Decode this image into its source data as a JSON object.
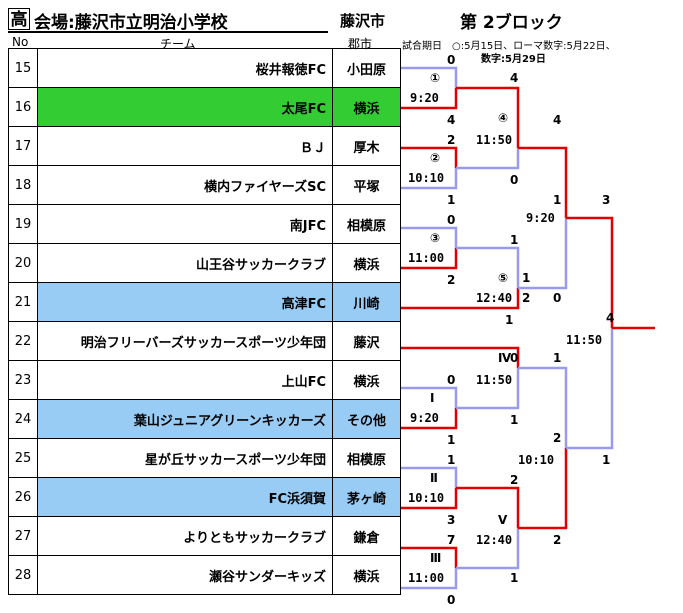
{
  "header": {
    "badge": "高",
    "venue": "会場:藤沢市立明治小学校",
    "city": "藤沢市",
    "block": "第 2ブロック"
  },
  "columns": {
    "no": "No",
    "team": "チーム",
    "city": "郡市"
  },
  "notes": {
    "line1": "試合期日　○:5月15日、ローマ数字:5月22日、",
    "line2": "数字:5月29日"
  },
  "teams": [
    {
      "no": "15",
      "name": "桜井報徳FC",
      "city": "小田原",
      "hl": ""
    },
    {
      "no": "16",
      "name": "太尾FC",
      "city": "横浜",
      "hl": "green"
    },
    {
      "no": "17",
      "name": "ＢＪ",
      "city": "厚木",
      "hl": ""
    },
    {
      "no": "18",
      "name": "横内ファイヤーズSC",
      "city": "平塚",
      "hl": ""
    },
    {
      "no": "19",
      "name": "南JFC",
      "city": "相模原",
      "hl": ""
    },
    {
      "no": "20",
      "name": "山王谷サッカークラブ",
      "city": "横浜",
      "hl": ""
    },
    {
      "no": "21",
      "name": "高津FC",
      "city": "川崎",
      "hl": "blue"
    },
    {
      "no": "22",
      "name": "明治フリーバーズサッカースポーツ少年団",
      "city": "藤沢",
      "hl": ""
    },
    {
      "no": "23",
      "name": "上山FC",
      "city": "横浜",
      "hl": ""
    },
    {
      "no": "24",
      "name": "葉山ジュニアグリーンキッカーズ",
      "city": "その他",
      "hl": "blue"
    },
    {
      "no": "25",
      "name": "星が丘サッカースポーツ少年団",
      "city": "相模原",
      "hl": ""
    },
    {
      "no": "26",
      "name": "FC浜須賀",
      "city": "茅ヶ崎",
      "hl": "blue"
    },
    {
      "no": "27",
      "name": "よりともサッカークラブ",
      "city": "鎌倉",
      "hl": ""
    },
    {
      "no": "28",
      "name": "瀬谷サンダーキッズ",
      "city": "横浜",
      "hl": ""
    }
  ],
  "colors": {
    "winner": "#e00000",
    "loser": "#9999ee",
    "green": "#33cc33",
    "blue": "#99ccf5"
  },
  "bracket_text": [
    {
      "id": "s15",
      "t": "0"
    },
    {
      "id": "m1",
      "t": "①"
    },
    {
      "id": "t1",
      "t": "9:20"
    },
    {
      "id": "s16",
      "t": "4"
    },
    {
      "id": "s17",
      "t": "2"
    },
    {
      "id": "m2",
      "t": "②"
    },
    {
      "id": "t2",
      "t": "10:10"
    },
    {
      "id": "s18",
      "t": "1"
    },
    {
      "id": "s19",
      "t": "0"
    },
    {
      "id": "m3",
      "t": "③"
    },
    {
      "id": "t3",
      "t": "11:00"
    },
    {
      "id": "s20",
      "t": "2"
    },
    {
      "id": "s21",
      "t": "1"
    },
    {
      "id": "sI_top",
      "t": "0"
    },
    {
      "id": "mI",
      "t": "Ⅰ"
    },
    {
      "id": "tI",
      "t": "9:20"
    },
    {
      "id": "sI_bot",
      "t": "1"
    },
    {
      "id": "sII_top",
      "t": "1"
    },
    {
      "id": "mII",
      "t": "Ⅱ"
    },
    {
      "id": "tII",
      "t": "10:10"
    },
    {
      "id": "sII_bot",
      "t": "3"
    },
    {
      "id": "sIII_top",
      "t": "7"
    },
    {
      "id": "mIII",
      "t": "Ⅲ"
    },
    {
      "id": "tIII",
      "t": "11:00"
    },
    {
      "id": "sIII_bot",
      "t": "0"
    },
    {
      "id": "s4_top",
      "t": "4"
    },
    {
      "id": "m4",
      "t": "④"
    },
    {
      "id": "t4",
      "t": "11:50"
    },
    {
      "id": "s4_bot",
      "t": "0"
    },
    {
      "id": "s5_top",
      "t": "1"
    },
    {
      "id": "m5",
      "t": "⑤"
    },
    {
      "id": "t5",
      "t": "12:40"
    },
    {
      "id": "s5_bl",
      "t": "2"
    },
    {
      "id": "s5_br",
      "t": "1"
    },
    {
      "id": "sIV_top",
      "t": "0"
    },
    {
      "id": "mIV",
      "t": "Ⅳ"
    },
    {
      "id": "tIV",
      "t": "11:50"
    },
    {
      "id": "sIV_bot",
      "t": "1"
    },
    {
      "id": "sV_top",
      "t": "2"
    },
    {
      "id": "mV",
      "t": "Ⅴ"
    },
    {
      "id": "tV",
      "t": "12:40"
    },
    {
      "id": "sV_bot",
      "t": "1"
    },
    {
      "id": "s6_top",
      "t": "4"
    },
    {
      "id": "t6",
      "t": "9:20"
    },
    {
      "id": "s6_bot",
      "t": "0"
    },
    {
      "id": "s7_top",
      "t": "1"
    },
    {
      "id": "t7",
      "t": "10:10"
    },
    {
      "id": "s7_bot",
      "t": "2"
    },
    {
      "id": "sF_top",
      "t": "3"
    },
    {
      "id": "tF",
      "t": "11:50"
    },
    {
      "id": "sF_bot",
      "t": "1"
    },
    {
      "id": "sF_mid",
      "t": "4"
    },
    {
      "id": "s7_mid",
      "t": "2"
    },
    {
      "id": "s6_mid",
      "t": "1"
    }
  ]
}
